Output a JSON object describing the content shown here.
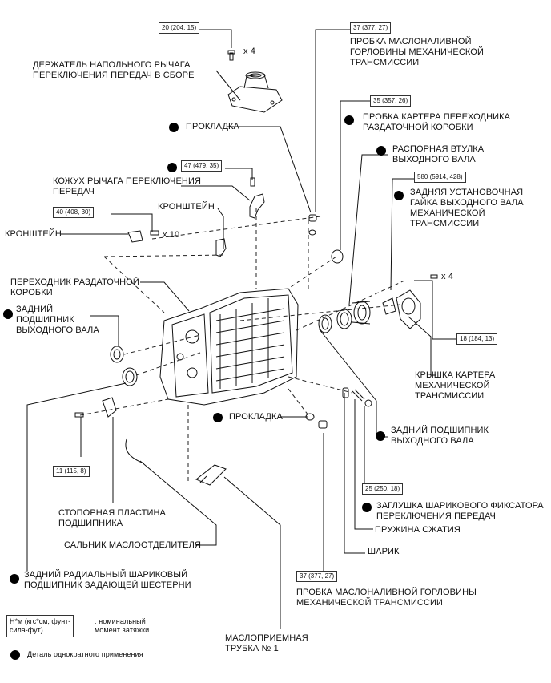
{
  "torques": {
    "t1": "20 (204, 15)",
    "t2": "37 (377, 27)",
    "t3": "35 (357, 26)",
    "t4": "47 (479, 35)",
    "t5": "580 (5914, 428)",
    "t6": "40 (408, 30)",
    "t7": "18 (184, 13)",
    "t8": "11 (115, 8)",
    "t9": "25 (250, 18)",
    "t10": "37 (377, 27)"
  },
  "qty": {
    "q1": "x 4",
    "q2": "x 10",
    "q3": "x 4"
  },
  "labels": {
    "oil_filler_plug_top": [
      "ПРОБКА МАСЛОНАЛИВНОЙ",
      "ГОРЛОВИНЫ МЕХАНИЧЕСКОЙ",
      "ТРАНСМИССИИ"
    ],
    "floor_shift_holder": [
      "ДЕРЖАТЕЛЬ НАПОЛЬНОГО РЫЧАГА",
      "ПЕРЕКЛЮЧЕНИЯ ПЕРЕДАЧ В СБОРЕ"
    ],
    "transfer_plug": [
      "ПРОБКА КАРТЕРА ПЕРЕХОДНИКА",
      "РАЗДАТОЧНОЙ КОРОБКИ"
    ],
    "gasket1": "ПРОКЛАДКА",
    "spacer": [
      "РАСПОРНАЯ ВТУЛКА",
      "ВЫХОДНОГО ВАЛА"
    ],
    "shift_lever_cover": [
      "КОЖУХ РЫЧАГА ПЕРЕКЛЮЧЕНИЯ",
      "ПЕРЕДАЧ"
    ],
    "rear_nut": [
      "ЗАДНЯЯ УСТАНОВОЧНАЯ",
      "ГАЙКА ВЫХОДНОГО ВАЛА",
      "МЕХАНИЧЕСКОЙ",
      "ТРАНСМИССИИ"
    ],
    "bracket_mid": "КРОНШТЕЙН",
    "bracket_left": "КРОНШТЕЙН",
    "transfer_adapter": [
      "ПЕРЕХОДНИК РАЗДАТОЧНОЙ",
      "КОРОБКИ"
    ],
    "rear_bearing_left": [
      "ЗАДНИЙ",
      "ПОДШИПНИК",
      "ВЫХОДНОГО ВАЛА"
    ],
    "extension_cover": [
      "КРЫШКА КАРТЕРА",
      "МЕХАНИЧЕСКОЙ",
      "ТРАНСМИССИИ"
    ],
    "gasket2": "ПРОКЛАДКА",
    "rear_bearing_right": [
      "ЗАДНИЙ ПОДШИПНИК",
      "ВЫХОДНОГО ВАЛА"
    ],
    "lock_plate": [
      "СТОПОРНАЯ ПЛАСТИНА",
      "ПОДШИПНИКА"
    ],
    "detent_plug": [
      "ЗАГЛУШКА ШАРИКОВОГО ФИКСАТОРА",
      "ПЕРЕКЛЮЧЕНИЯ ПЕРЕДАЧ"
    ],
    "spring": "ПРУЖИНА СЖАТИЯ",
    "separator_seal": "САЛЬНИК МАСЛООТДЕЛИТЕЛЯ",
    "ball": "ШАРИК",
    "radial_bearing": [
      "ЗАДНИЙ РАДИАЛЬНЫЙ ШАРИКОВЫЙ",
      "ПОДШИПНИК ЗАДАЮЩЕЙ ШЕСТЕРНИ"
    ],
    "oil_filler_plug_bottom": [
      "ПРОБКА МАСЛОНАЛИВНОЙ ГОРЛОВИНЫ",
      "МЕХАНИЧЕСКОЙ ТРАНСМИССИИ"
    ],
    "oil_pipe": [
      "МАСЛОПРИЕМНАЯ",
      "ТРУБКА № 1"
    ]
  },
  "legend": {
    "unit": [
      "Н*м (кгс*см, фунт-",
      "сила-фут)"
    ],
    "unit_desc": [
      ": номинальный",
      "момент затяжки"
    ],
    "one_time": "Деталь однократного применения"
  },
  "colors": {
    "ink": "#111111",
    "dot": "#000000"
  }
}
